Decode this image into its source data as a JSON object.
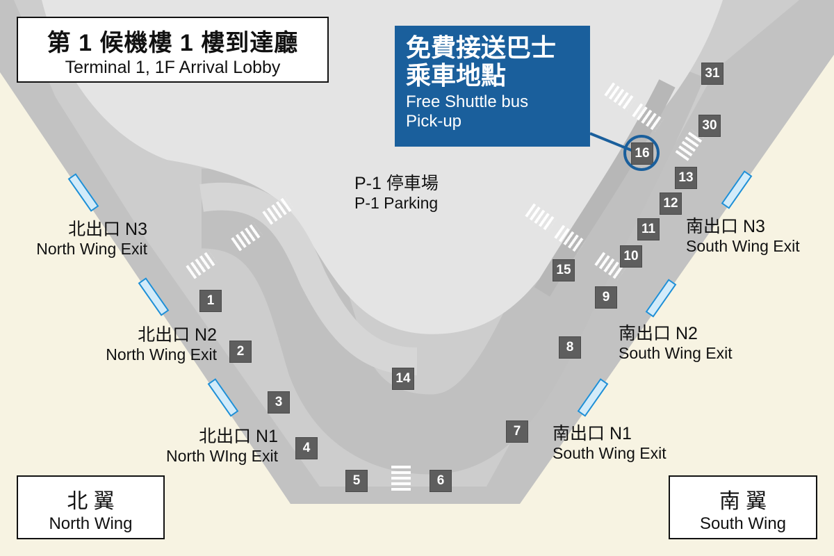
{
  "title": {
    "zh": "第 1 候機樓 1 樓到達廳",
    "en": "Terminal 1, 1F Arrival Lobby"
  },
  "shuttle": {
    "zh_line1": "免費接送巴士",
    "zh_line2": "乘車地點",
    "en_line1": "Free Shuttle bus",
    "en_line2": "Pick-up",
    "highlight_stop": "16"
  },
  "parking": {
    "zh": "P-1 停車場",
    "en": "P-1 Parking"
  },
  "exits": {
    "north_n3": {
      "zh": "北出口 N3",
      "en": "North Wing Exit"
    },
    "north_n2": {
      "zh": "北出口 N2",
      "en": "North Wing Exit"
    },
    "north_n1": {
      "zh": "北出口 N1",
      "en": "North WIng Exit"
    },
    "south_n3": {
      "zh": "南出口 N3",
      "en": "South Wing Exit"
    },
    "south_n2": {
      "zh": "南出口 N2",
      "en": "South Wing Exit"
    },
    "south_n1": {
      "zh": "南出口 N1",
      "en": "South Wing Exit"
    }
  },
  "wings": {
    "north": {
      "zh": "北 翼",
      "en": "North Wing"
    },
    "south": {
      "zh": "南 翼",
      "en": "South Wing"
    }
  },
  "stops": [
    "1",
    "2",
    "3",
    "4",
    "5",
    "6",
    "7",
    "8",
    "9",
    "10",
    "11",
    "12",
    "13",
    "14",
    "15",
    "16",
    "30",
    "31"
  ],
  "colors": {
    "cream": "#f7f3e2",
    "road": "#c2c2c2",
    "lane": "#cfcfcf",
    "parking": "#e4e4e4",
    "stop": "#5e5e5e",
    "shuttle_blue": "#1a5f9c",
    "door": "#1e8fd6"
  }
}
